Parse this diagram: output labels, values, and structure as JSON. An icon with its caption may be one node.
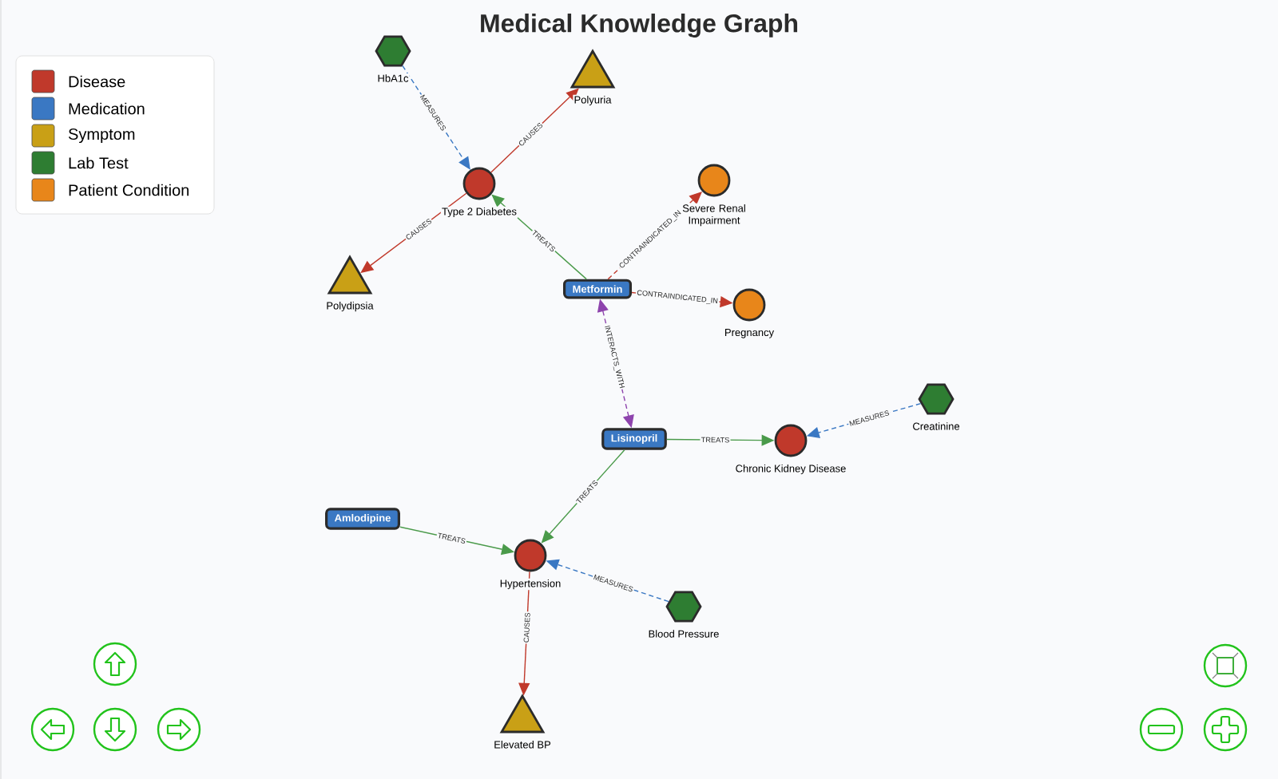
{
  "diagram": {
    "title": "Medical Knowledge Graph",
    "nodes": [
      {
        "text": [
          "HbA1c"
        ]
      },
      {
        "text": [
          "Polyuria"
        ]
      },
      {
        "text": [
          "Type 2 Diabetes"
        ]
      },
      {
        "text": [
          "Severe Renal Impairment"
        ]
      },
      {
        "text": [
          "Polydipsia"
        ]
      },
      {
        "text": [
          "Metformin"
        ]
      },
      {
        "text": [
          "Pregnancy"
        ]
      },
      {
        "text": [
          "Lisinopril"
        ]
      },
      {
        "text": [
          "Chronic Kidney Disease"
        ]
      },
      {
        "text": [
          "Creatinine"
        ]
      },
      {
        "text": [
          "Amlodipine"
        ]
      },
      {
        "text": [
          "Hypertension"
        ]
      },
      {
        "text": [
          "Blood Pressure"
        ]
      },
      {
        "text": [
          "Elevated BP"
        ]
      }
    ],
    "edges": [
      {
        "from": 0,
        "to": 2,
        "arrow": "to",
        "label": "MEASURES",
        "style": "dashed",
        "color": "#3a78c3"
      },
      {
        "from": 2,
        "to": 1,
        "arrow": "to",
        "label": "CAUSES",
        "color": "#c0392b"
      },
      {
        "from": 2,
        "to": 4,
        "arrow": "to",
        "label": "CAUSES",
        "color": "#c0392b"
      },
      {
        "from": 5,
        "to": 2,
        "arrow": "to",
        "label": "TREATS",
        "color": "#4a9a4a"
      },
      {
        "from": 5,
        "to": 3,
        "arrow": "to",
        "label": "CONTRAINDICATED_IN",
        "style": "dashed",
        "color": "#c0392b"
      },
      {
        "from": 5,
        "to": 6,
        "arrow": "to",
        "label": "CONTRAINDICATED_IN",
        "style": "dashed",
        "color": "#c0392b"
      },
      {
        "from": 5,
        "to": 7,
        "arrow": "both",
        "label": "INTERACTS_WITH",
        "style": "dashed",
        "color": "#8e44ad"
      },
      {
        "from": 7,
        "to": 8,
        "arrow": "to",
        "label": "TREATS",
        "color": "#4a9a4a"
      },
      {
        "from": 9,
        "to": 8,
        "arrow": "to",
        "label": "MEASURES",
        "style": "dashed",
        "color": "#3a78c3"
      },
      {
        "from": 7,
        "to": 11,
        "arrow": "to",
        "label": "TREATS",
        "color": "#4a9a4a"
      },
      {
        "from": 10,
        "to": 11,
        "arrow": "to",
        "label": "TREATS",
        "color": "#4a9a4a"
      },
      {
        "from": 12,
        "to": 11,
        "arrow": "to",
        "label": "MEASURES",
        "style": "dashed",
        "color": "#3a78c3"
      },
      {
        "from": 11,
        "to": 13,
        "arrow": "to",
        "label": "CAUSES",
        "color": "#c0392b"
      }
    ],
    "legend": [
      {
        "text": "Disease",
        "color": "#c0392b"
      },
      {
        "text": "Medication",
        "color": "#3a78c3"
      },
      {
        "text": "Symptom",
        "color": "#c9a016"
      },
      {
        "text": "Lab Test",
        "color": "#2e7d32"
      },
      {
        "text": "Patient Condition",
        "color": "#e8861a"
      }
    ]
  }
}
